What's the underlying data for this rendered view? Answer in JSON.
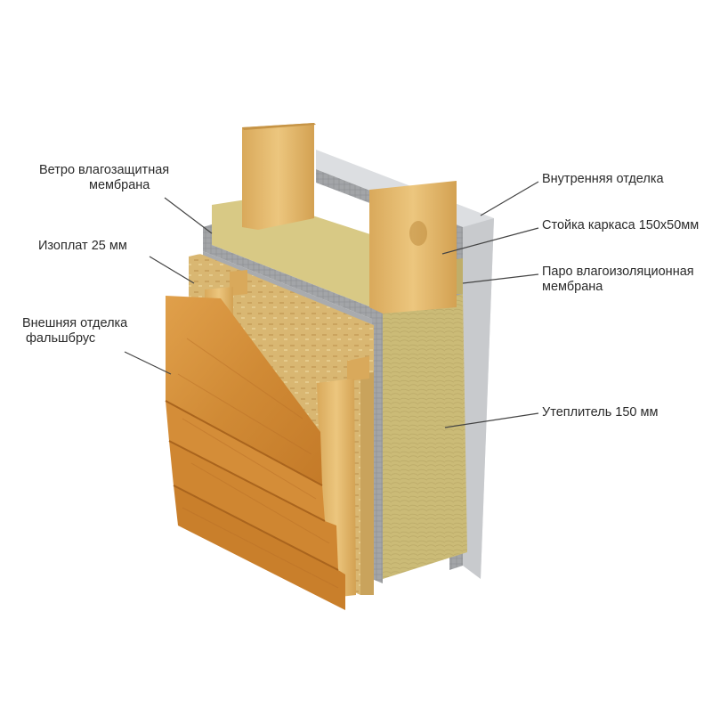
{
  "labels": {
    "wind_membrane": [
      "Ветро влагозащитная",
      "мембрана"
    ],
    "isoplat": "Изоплат 25 мм",
    "exterior_finish": [
      "Внешняя отделка",
      "фальшбрус"
    ],
    "interior_finish": "Внутренняя отделка",
    "frame_post": "Стойка каркаса 150х50мм",
    "vapor_membrane": [
      "Паро влагоизоляционная",
      "мембрана"
    ],
    "insulation": "Утеплитель 150 мм"
  },
  "colors": {
    "wood_light": "#e6c074",
    "wood_mid": "#d4a457",
    "wood_dark": "#b98537",
    "siding": "#d68f3c",
    "siding_dark": "#b56c22",
    "wool": "#cfc07c",
    "wool_dark": "#a99a5a",
    "membrane": "#9b9da0",
    "interior": "#d7d9dc",
    "osb": "#d6b36c",
    "leader": "#444444"
  }
}
